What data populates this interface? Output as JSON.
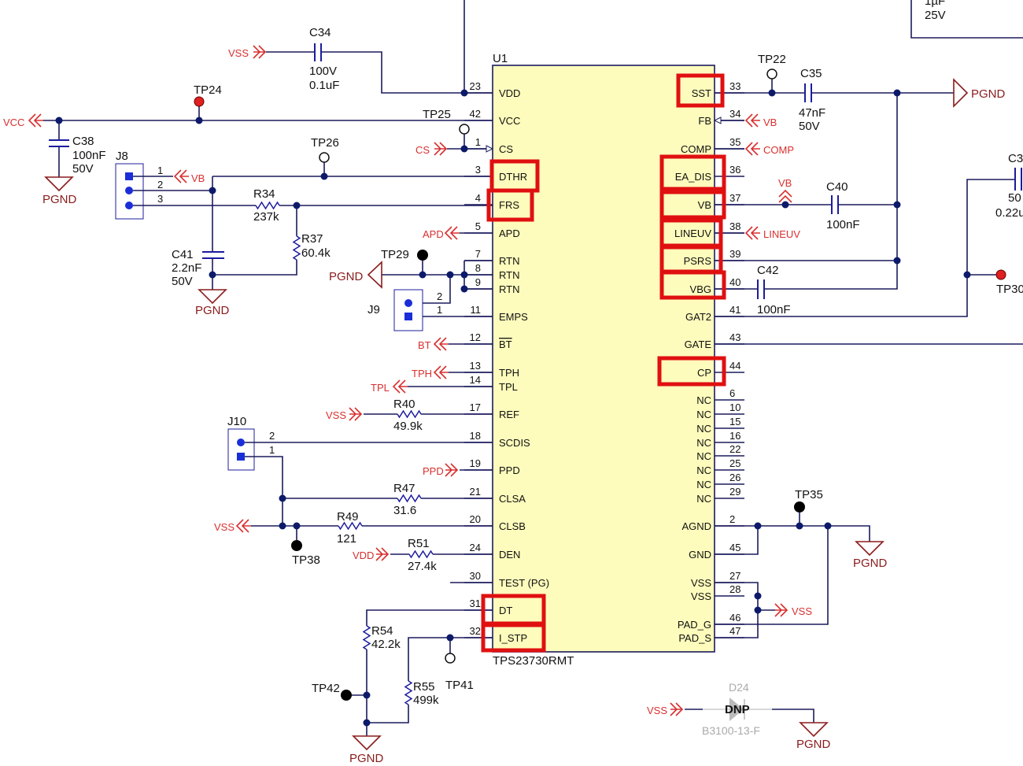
{
  "colors": {
    "wire": "#1c1c5e",
    "net_label": "#d83030",
    "ground": "#8a1c1c",
    "highlight": "#e01010",
    "ic_fill": "#fdfcbc",
    "junction": "#0d1a6a"
  },
  "ic": {
    "ref": "U1",
    "part": "TPS23730RMT",
    "pins_left": [
      {
        "name": "VDD",
        "num": "23"
      },
      {
        "name": "VCC",
        "num": "42"
      },
      {
        "name": "CS",
        "num": "1"
      },
      {
        "name": "DTHR",
        "num": "3",
        "highlighted": true
      },
      {
        "name": "FRS",
        "num": "4",
        "highlighted": true
      },
      {
        "name": "APD",
        "num": "5"
      },
      {
        "name": "RTN",
        "num": "7"
      },
      {
        "name": "RTN",
        "num": "8"
      },
      {
        "name": "RTN",
        "num": "9"
      },
      {
        "name": "EMPS",
        "num": "11"
      },
      {
        "name": "BT",
        "num": "12",
        "overline": true
      },
      {
        "name": "TPH",
        "num": "13"
      },
      {
        "name": "TPL",
        "num": "14"
      },
      {
        "name": "REF",
        "num": "17"
      },
      {
        "name": "SCDIS",
        "num": "18"
      },
      {
        "name": "PPD",
        "num": "19"
      },
      {
        "name": "CLSA",
        "num": "21"
      },
      {
        "name": "CLSB",
        "num": "20"
      },
      {
        "name": "DEN",
        "num": "24"
      },
      {
        "name": "TEST (PG)",
        "num": "30"
      },
      {
        "name": "DT",
        "num": "31",
        "highlighted": true
      },
      {
        "name": "I_STP",
        "num": "32",
        "highlighted": true
      }
    ],
    "pins_right": [
      {
        "name": "SST",
        "num": "33",
        "highlighted": true
      },
      {
        "name": "FB",
        "num": "34"
      },
      {
        "name": "COMP",
        "num": "35"
      },
      {
        "name": "EA_DIS",
        "num": "36",
        "highlighted": true
      },
      {
        "name": "VB",
        "num": "37",
        "highlighted": true
      },
      {
        "name": "LINEUV",
        "num": "38",
        "highlighted": true
      },
      {
        "name": "PSRS",
        "num": "39",
        "highlighted": true
      },
      {
        "name": "VBG",
        "num": "40",
        "highlighted": true
      },
      {
        "name": "GAT2",
        "num": "41"
      },
      {
        "name": "GATE",
        "num": "43"
      },
      {
        "name": "CP",
        "num": "44",
        "highlighted": true
      },
      {
        "name": "NC",
        "num": "6"
      },
      {
        "name": "NC",
        "num": "10"
      },
      {
        "name": "NC",
        "num": "15"
      },
      {
        "name": "NC",
        "num": "16"
      },
      {
        "name": "NC",
        "num": "22"
      },
      {
        "name": "NC",
        "num": "25"
      },
      {
        "name": "NC",
        "num": "26"
      },
      {
        "name": "NC",
        "num": "29"
      },
      {
        "name": "AGND",
        "num": "2"
      },
      {
        "name": "GND",
        "num": "45"
      },
      {
        "name": "VSS",
        "num": "27"
      },
      {
        "name": "VSS",
        "num": "28"
      },
      {
        "name": "PAD_G",
        "num": "46"
      },
      {
        "name": "PAD_S",
        "num": "47"
      }
    ]
  },
  "caps": {
    "c34": {
      "ref": "C34",
      "v1": "100V",
      "v2": "0.1uF"
    },
    "c38": {
      "ref": "C38",
      "v1": "100nF",
      "v2": "50V"
    },
    "c41": {
      "ref": "C41",
      "v1": "2.2nF",
      "v2": "50V"
    },
    "c35": {
      "ref": "C35",
      "v1": "47nF",
      "v2": "50V"
    },
    "c40": {
      "ref": "C40",
      "v1": "100nF"
    },
    "c42": {
      "ref": "C42",
      "v1": "100nF"
    },
    "c3x": {
      "ref": "C3",
      "v1": "50",
      "v2": "0.22u"
    },
    "top_right": {
      "v1": "1µF",
      "v2": "25V"
    }
  },
  "resistors": {
    "r34": {
      "ref": "R34",
      "value": "237k"
    },
    "r37": {
      "ref": "R37",
      "value": "60.4k"
    },
    "r40": {
      "ref": "R40",
      "value": "49.9k"
    },
    "r47": {
      "ref": "R47",
      "value": "31.6"
    },
    "r49": {
      "ref": "R49",
      "value": "121"
    },
    "r51": {
      "ref": "R51",
      "value": "27.4k"
    },
    "r54": {
      "ref": "R54",
      "value": "42.2k"
    },
    "r55": {
      "ref": "R55",
      "value": "499k"
    }
  },
  "connectors": {
    "j8": {
      "ref": "J8",
      "pins": [
        "1",
        "2",
        "3"
      ]
    },
    "j9": {
      "ref": "J9",
      "pins": [
        "2",
        "1"
      ]
    },
    "j10": {
      "ref": "J10",
      "pins": [
        "2",
        "1"
      ]
    }
  },
  "test_points": {
    "tp22": "TP22",
    "tp24": "TP24",
    "tp25": "TP25",
    "tp26": "TP26",
    "tp29": "TP29",
    "tp30": "TP30",
    "tp35": "TP35",
    "tp38": "TP38",
    "tp41": "TP41",
    "tp42": "TP42"
  },
  "nets": {
    "vss": "VSS",
    "vcc": "VCC",
    "cs": "CS",
    "vb": "VB",
    "apd": "APD",
    "bt": "BT",
    "tph": "TPH",
    "tpl": "TPL",
    "ppd": "PPD",
    "vdd": "VDD",
    "comp": "COMP",
    "lineuv": "LINEUV",
    "pgnd": "PGND"
  },
  "diode": {
    "ref": "D24",
    "note": "DNP",
    "part": "B3100-13-F"
  }
}
